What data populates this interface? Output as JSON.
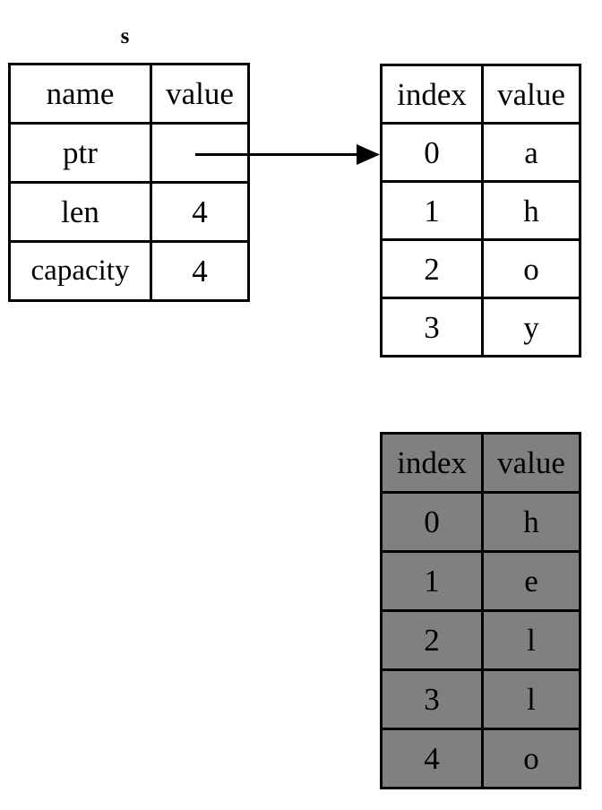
{
  "diagram": {
    "struct": {
      "label": "s",
      "headers": {
        "name": "name",
        "value": "value"
      },
      "rows": [
        {
          "name": "ptr",
          "value": ""
        },
        {
          "name": "len",
          "value": "4"
        },
        {
          "name": "capacity",
          "value": "4"
        }
      ]
    },
    "array_top": {
      "headers": {
        "index": "index",
        "value": "value"
      },
      "rows": [
        {
          "index": "0",
          "value": "a"
        },
        {
          "index": "1",
          "value": "h"
        },
        {
          "index": "2",
          "value": "o"
        },
        {
          "index": "3",
          "value": "y"
        }
      ]
    },
    "array_heap": {
      "headers": {
        "index": "index",
        "value": "value"
      },
      "rows": [
        {
          "index": "0",
          "value": "h"
        },
        {
          "index": "1",
          "value": "e"
        },
        {
          "index": "2",
          "value": "l"
        },
        {
          "index": "3",
          "value": "l"
        },
        {
          "index": "4",
          "value": "o"
        }
      ],
      "fill_color": "#808080"
    },
    "arrow": {
      "name": "pointer-arrow",
      "color": "#000000"
    }
  }
}
